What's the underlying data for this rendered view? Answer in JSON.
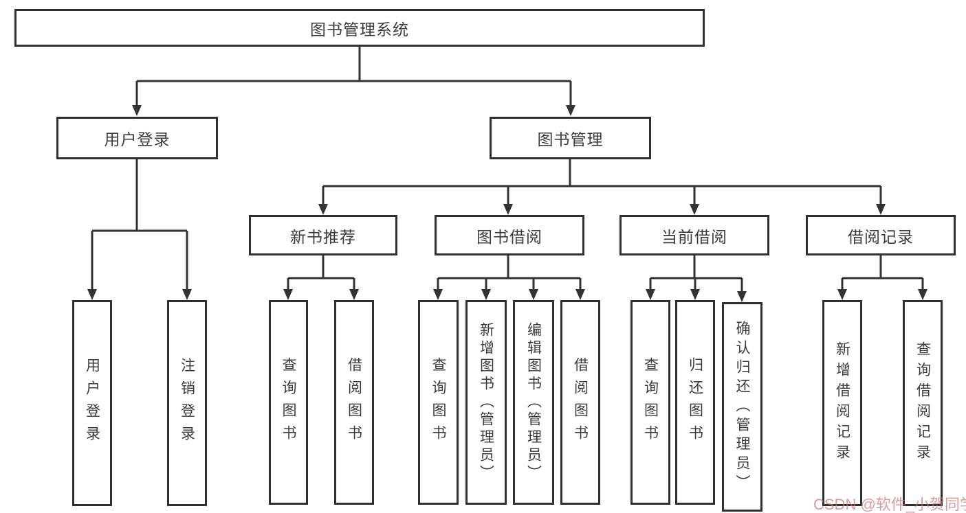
{
  "tree": {
    "label": "图书管理系统",
    "children": [
      {
        "label": "用户登录",
        "children": [
          {
            "label": "用户登录"
          },
          {
            "label": "注销登录"
          }
        ]
      },
      {
        "label": "图书管理",
        "children": [
          {
            "label": "新书推荐",
            "children": [
              {
                "label": "查询图书"
              },
              {
                "label": "借阅图书"
              }
            ]
          },
          {
            "label": "图书借阅",
            "children": [
              {
                "label": "查询图书"
              },
              {
                "label": "新增图书（管理员）"
              },
              {
                "label": "编辑图书（管理员）"
              },
              {
                "label": "借阅图书"
              }
            ]
          },
          {
            "label": "当前借阅",
            "children": [
              {
                "label": "查询图书"
              },
              {
                "label": "归还图书"
              },
              {
                "label": "确认归还（管理员）"
              }
            ]
          },
          {
            "label": "借阅记录",
            "children": [
              {
                "label": "新增借阅记录"
              },
              {
                "label": "查询借阅记录"
              }
            ]
          }
        ]
      }
    ]
  },
  "watermark": {
    "text": "CSDN @软件_小贺同学"
  },
  "colors": {
    "line": "#333333",
    "box_border": "#2f2f2f",
    "text": "#3b3b3b",
    "watermark": "#cf7a7a",
    "background": "#ffffff"
  }
}
